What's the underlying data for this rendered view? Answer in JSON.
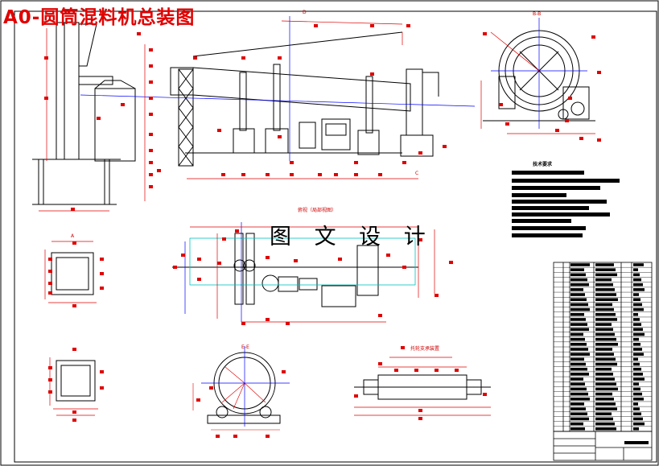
{
  "title": "A0-圆筒混料机总装图",
  "watermark": "图 文 设 计",
  "drawing": {
    "line_color": "#000000",
    "dimension_color": "#e00000",
    "centerline_color": "#0000ff",
    "hidden_color": "#00c0c0",
    "view_labels": {
      "top_section": "D",
      "section_bb": "B-B",
      "view_c": "C",
      "view_a": "A",
      "plan": "俯视（局部视图）",
      "section_ee": "E-E",
      "support": "托轮支承装置"
    }
  },
  "tech_notes": {
    "title": "技术要求",
    "line_count": 10
  },
  "parts_table": {
    "rows": 34,
    "columns": 6
  }
}
